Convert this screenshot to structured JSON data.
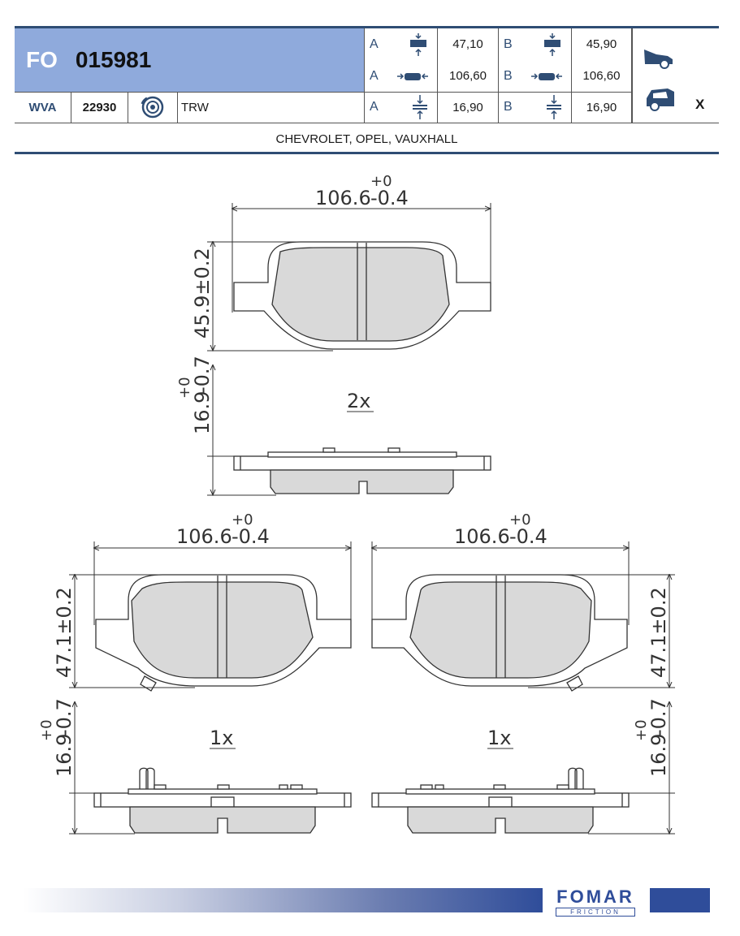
{
  "header": {
    "prefix": "FO",
    "number": "015981",
    "wva_label": "WVA",
    "wva_number": "22930",
    "brand_ref": "TRW",
    "makes": "CHEVROLET, OPEL, VAUXHALL",
    "mark": "X"
  },
  "dimensions": [
    {
      "a_label": "A",
      "a_value": "47,10",
      "b_label": "B",
      "b_value": "45,90",
      "icon": "height-icon"
    },
    {
      "a_label": "A",
      "a_value": "106,60",
      "b_label": "B",
      "b_value": "106,60",
      "icon": "width-icon"
    },
    {
      "a_label": "A",
      "a_value": "16,90",
      "b_label": "B",
      "b_value": "16,90",
      "icon": "thickness-icon"
    }
  ],
  "drawing": {
    "width_dim": "106.6",
    "width_tol_lo": "-0.4",
    "tol_plus": "+0",
    "upper_height": "45.9±0.2",
    "lower_height": "47.1±0.2",
    "thick_dim": "16.9",
    "thick_tol_lo": "-0.7",
    "qty_upper": "2x",
    "qty_left": "1x",
    "qty_right": "1x"
  },
  "footer": {
    "brand": "FOMAR",
    "sub": "FRICTION"
  },
  "colors": {
    "accent": "#2f4d74",
    "title_bg": "#8faadc",
    "pad_fill": "#d9d9d9"
  }
}
